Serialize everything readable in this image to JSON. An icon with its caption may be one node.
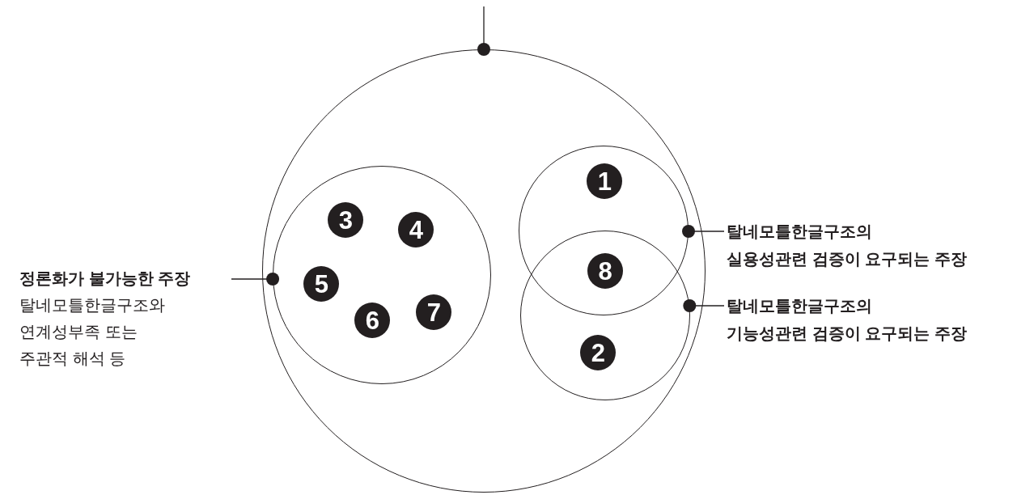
{
  "diagram": {
    "nodes": [
      {
        "text": [],
        "shape": "circle"
      },
      {
        "text": [],
        "shape": "circle",
        "in": 0
      },
      {
        "text": [
          "3"
        ],
        "in": 1
      },
      {
        "text": [
          "4"
        ],
        "in": 1
      },
      {
        "text": [
          "5"
        ],
        "in": 1
      },
      {
        "text": [
          "6"
        ],
        "in": 1
      },
      {
        "text": [
          "7"
        ],
        "in": 1
      },
      {
        "text": [],
        "shape": "circle",
        "in": 0
      },
      {
        "text": [
          "1"
        ],
        "in": 7
      },
      {
        "text": [
          "8"
        ]
      },
      {
        "text": [],
        "shape": "circle",
        "in": 0
      },
      {
        "text": [
          "2"
        ],
        "in": 10
      },
      {
        "text": [
          "정론화가 불가능한 주장",
          "탈네모틀한글구조와 연계성부족 또는 주관적 해석 등"
        ]
      },
      {
        "text": [
          "탈네모틀한글구조의 실용성관련 검증이 요구되는 주장"
        ]
      },
      {
        "text": [
          "탈네모틀한글구조의 기능성관련 검증이 요구되는 주장"
        ]
      }
    ],
    "edges": [
      {
        "from": 12,
        "to": 1,
        "arrow": "other"
      },
      {
        "from": 13,
        "to": 7,
        "arrow": "other"
      },
      {
        "from": 14,
        "to": 10,
        "arrow": "other"
      },
      {
        "from": null,
        "to": 0,
        "arrow": "other"
      }
    ]
  }
}
